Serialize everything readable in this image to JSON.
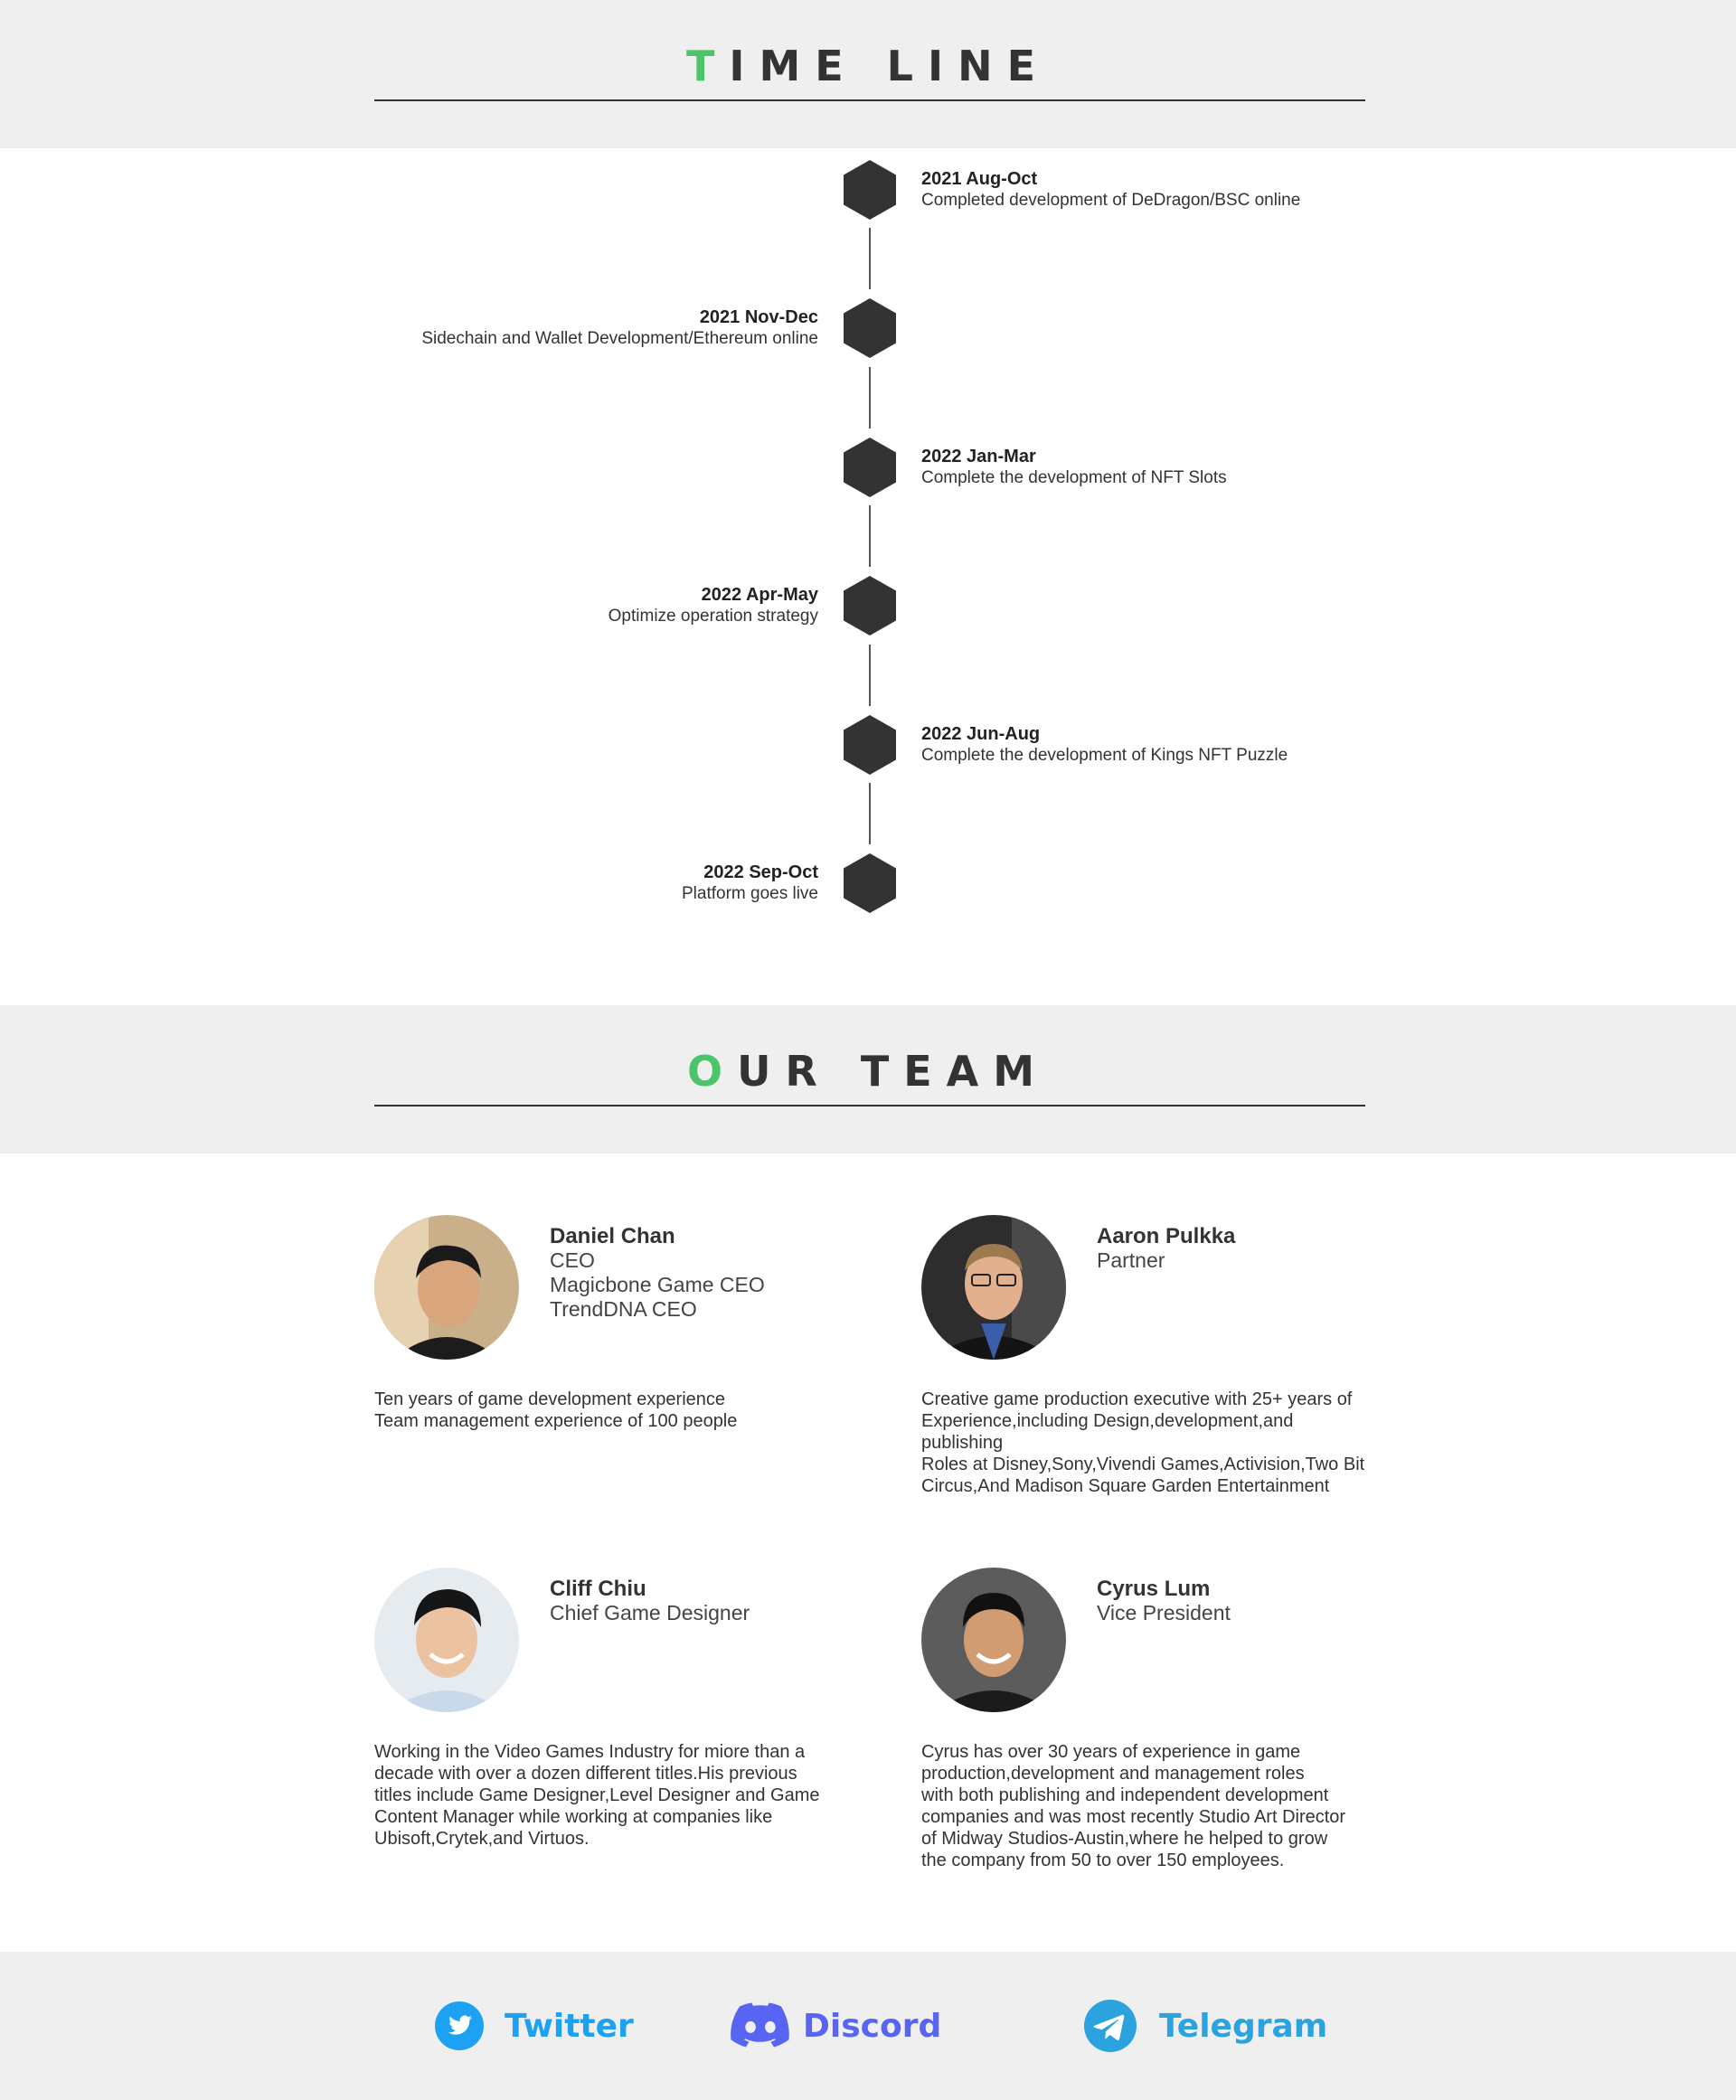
{
  "timeline_section": {
    "title_first": "T",
    "title_rest": "IME LINE",
    "items": [
      {
        "date": "2021  Aug-Oct",
        "desc": "Completed development of DeDragon/BSC online"
      },
      {
        "date": "2021  Nov-Dec",
        "desc": "Sidechain and Wallet Development/Ethereum online"
      },
      {
        "date": "2022  Jan-Mar",
        "desc": "Complete the development of NFT Slots"
      },
      {
        "date": "2022  Apr-May",
        "desc": "Optimize operation strategy"
      },
      {
        "date": "2022  Jun-Aug",
        "desc": "Complete the development of Kings NFT Puzzle"
      },
      {
        "date": "2022  Sep-Oct",
        "desc": "Platform goes live"
      }
    ]
  },
  "team_section": {
    "title_first": "O",
    "title_rest": "UR TEAM",
    "members": [
      {
        "name": "Daniel Chan",
        "roles": [
          "CEO",
          "Magicbone Game CEO",
          "TrendDNA CEO"
        ],
        "bio": [
          "Ten years of game development experience",
          "Team management experience of 100 people"
        ]
      },
      {
        "name": "Aaron Pulkka",
        "roles": [
          "Partner"
        ],
        "bio": [
          "Creative game production executive with 25+ years of",
          "Experience,including Design,development,and publishing",
          "Roles at Disney,Sony,Vivendi Games,Activision,Two Bit",
          "Circus,And Madison Square Garden Entertainment"
        ]
      },
      {
        "name": "Cliff Chiu",
        "roles": [
          "Chief Game Designer"
        ],
        "bio": [
          "Working in the Video Games Industry for miore than a",
          "decade with over a dozen different titles.His previous",
          "titles include Game Designer,Level Designer and Game",
          "Content Manager while working at companies like",
          "Ubisoft,Crytek,and Virtuos."
        ]
      },
      {
        "name": "Cyrus Lum",
        "roles": [
          "Vice President"
        ],
        "bio": [
          "Cyrus has over 30 years of experience in game",
          "production,development and management roles",
          "with both publishing and independent development",
          "companies and was most recently Studio Art Director",
          "of Midway Studios-Austin,where he helped to grow",
          "the company from 50 to over 150 employees."
        ]
      }
    ]
  },
  "footer": {
    "socials": [
      {
        "label": "Twitter",
        "icon": "twitter-icon",
        "color": "#1da1f2"
      },
      {
        "label": "Discord",
        "icon": "discord-icon",
        "color": "#5865f2"
      },
      {
        "label": "Telegram",
        "icon": "telegram-icon",
        "color": "#2aa3df"
      }
    ]
  },
  "colors": {
    "accent": "#4cc46a",
    "band_bg": "#efefef",
    "hexagon": "#333333"
  }
}
